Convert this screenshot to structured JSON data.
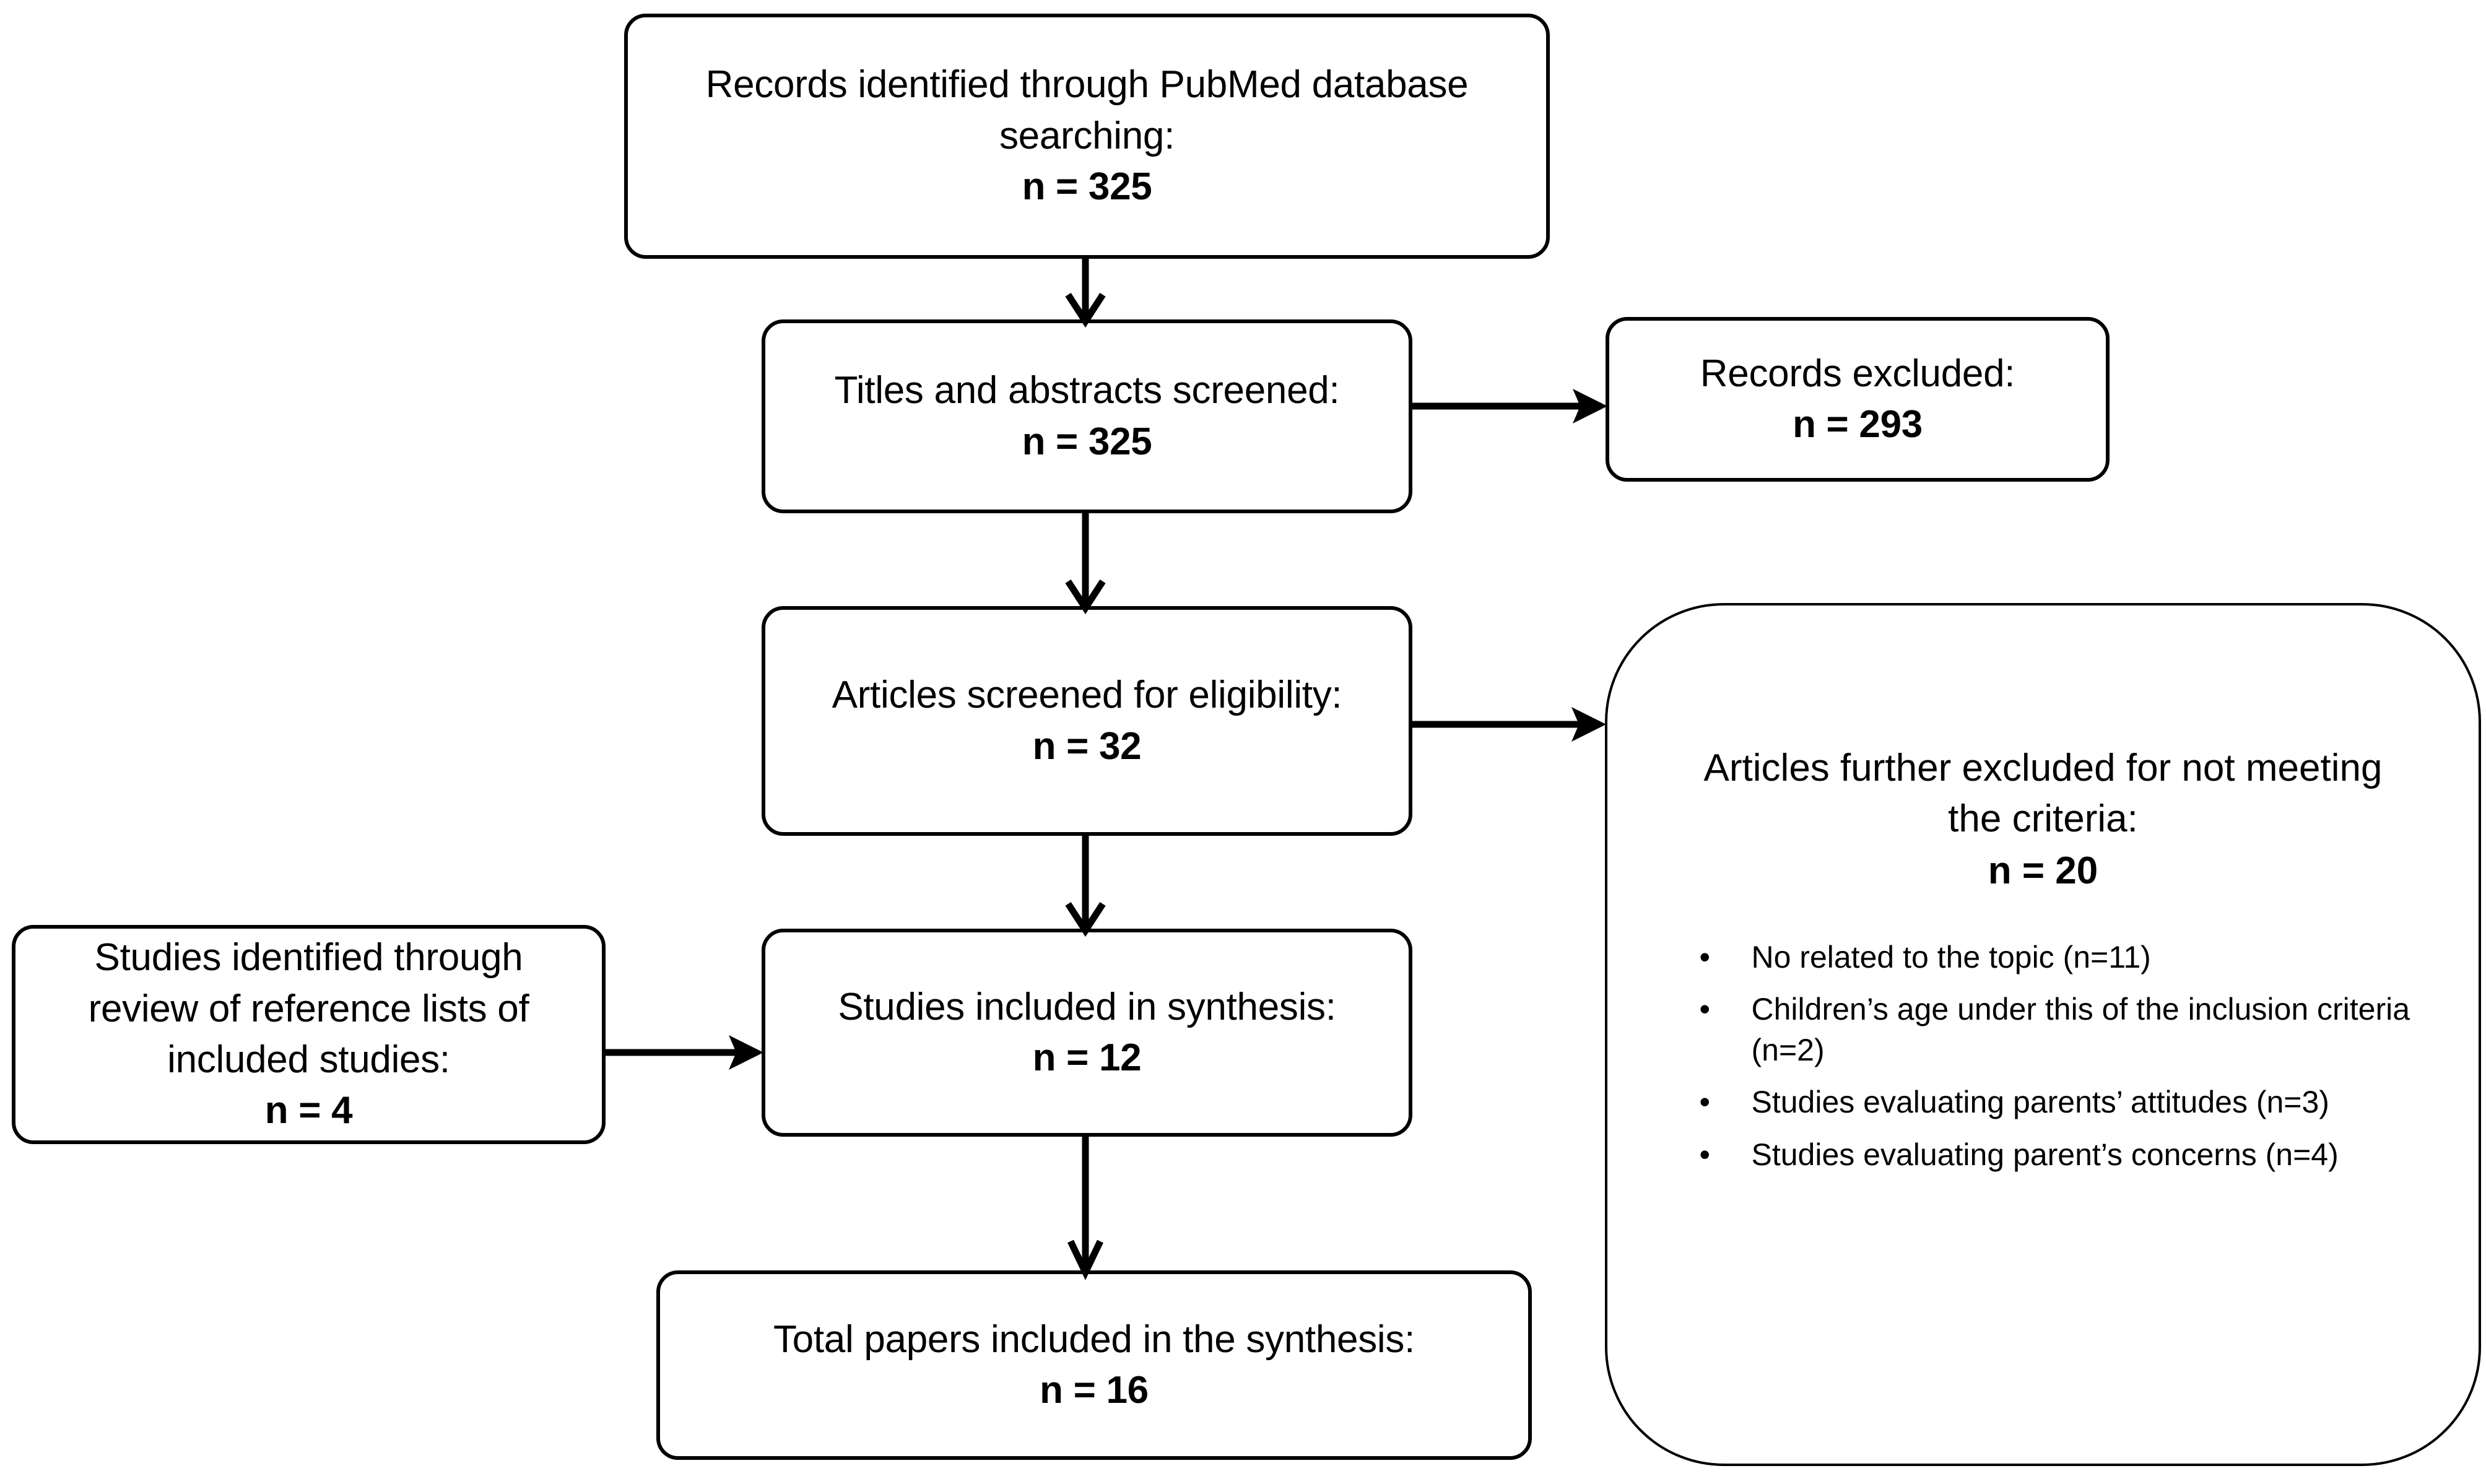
{
  "diagram": {
    "type": "prisma-flow-diagram",
    "nodes": {
      "identified": {
        "line1": "Records identified through PubMed database",
        "line2": "searching:",
        "count": "n = 325"
      },
      "screened": {
        "line1": "Titles and abstracts screened:",
        "count": "n = 325"
      },
      "records_excluded": {
        "line1": "Records excluded:",
        "count": "n = 293"
      },
      "eligibility": {
        "line1": "Articles screened for eligibility:",
        "count": "n = 32"
      },
      "reference_lists": {
        "line1": "Studies identified through",
        "line2": "review of reference lists of",
        "line3": "included studies:",
        "count": "n = 4"
      },
      "included_synthesis": {
        "line1": "Studies included in synthesis:",
        "count": "n = 12"
      },
      "total_included": {
        "line1": "Total papers included in the synthesis:",
        "count": "n = 16"
      },
      "further_excluded": {
        "line1": "Articles further excluded for not",
        "line2": "meeting the criteria:",
        "count": "n = 20",
        "bullet_symbol": "•",
        "reasons": [
          "No related to the topic (n=11)",
          "Children’s age under this of the inclusion criteria (n=2)",
          "Studies evaluating parents’ attitudes (n=3)",
          "Studies evaluating parent’s concerns (n=4)"
        ]
      }
    },
    "colors": {
      "stroke": "#000000",
      "fill": "#ffffff",
      "text": "#000000"
    }
  }
}
